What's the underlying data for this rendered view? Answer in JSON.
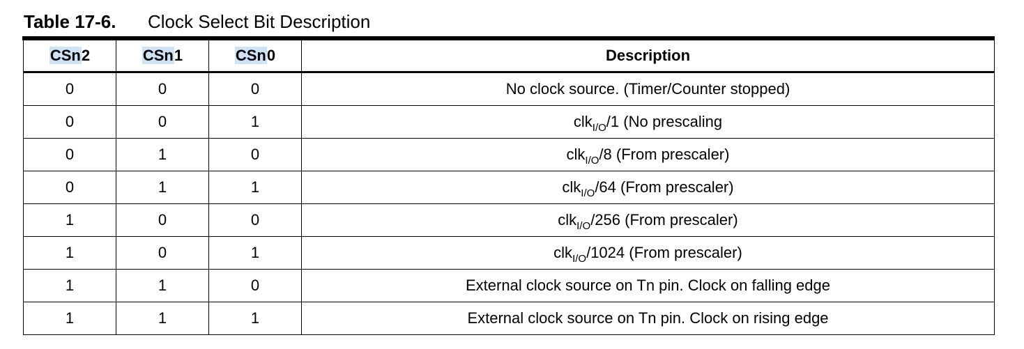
{
  "caption": {
    "number": "Table 17-6.",
    "title": "Clock Select Bit Description"
  },
  "headers": [
    {
      "highlight": "CSn",
      "rest": "2"
    },
    {
      "highlight": "CSn",
      "rest": "1"
    },
    {
      "highlight": "CSn",
      "rest": "0"
    },
    {
      "highlight": "",
      "rest": "Description"
    }
  ],
  "highlight_color": "#cfe3f7",
  "rows": [
    {
      "cs2": "0",
      "cs1": "0",
      "cs0": "0",
      "desc": {
        "pre": "No clock source. (Timer/Counter stopped)",
        "sub": "",
        "post": ""
      }
    },
    {
      "cs2": "0",
      "cs1": "0",
      "cs0": "1",
      "desc": {
        "pre": "clk",
        "sub": "I/O",
        "post": "/1 (No prescaling"
      }
    },
    {
      "cs2": "0",
      "cs1": "1",
      "cs0": "0",
      "desc": {
        "pre": "clk",
        "sub": "I/O",
        "post": "/8 (From prescaler)"
      }
    },
    {
      "cs2": "0",
      "cs1": "1",
      "cs0": "1",
      "desc": {
        "pre": "clk",
        "sub": "I/O",
        "post": "/64 (From prescaler)"
      }
    },
    {
      "cs2": "1",
      "cs1": "0",
      "cs0": "0",
      "desc": {
        "pre": "clk",
        "sub": "I/O",
        "post": "/256 (From prescaler)"
      }
    },
    {
      "cs2": "1",
      "cs1": "0",
      "cs0": "1",
      "desc": {
        "pre": "clk",
        "sub": "I/O",
        "post": "/1024 (From prescaler)"
      }
    },
    {
      "cs2": "1",
      "cs1": "1",
      "cs0": "0",
      "desc": {
        "pre": "External clock source on Tn pin. Clock on falling edge",
        "sub": "",
        "post": ""
      }
    },
    {
      "cs2": "1",
      "cs1": "1",
      "cs0": "1",
      "desc": {
        "pre": "External clock source on Tn pin. Clock on rising edge",
        "sub": "",
        "post": ""
      }
    }
  ]
}
